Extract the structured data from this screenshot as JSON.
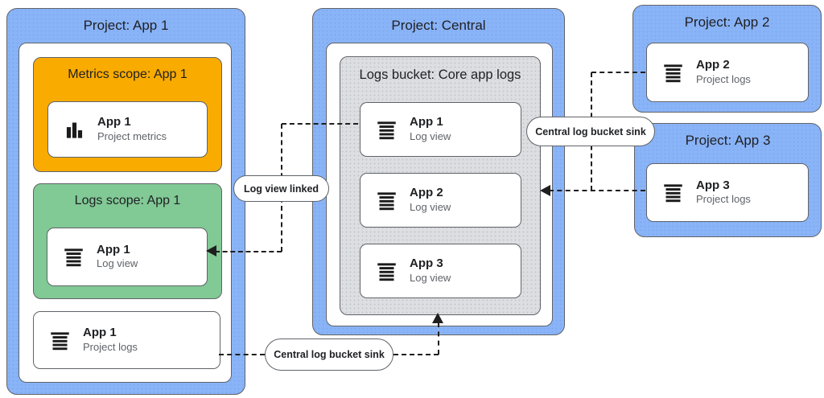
{
  "projects": {
    "app1": {
      "title": "Project: App 1",
      "metrics_scope": {
        "title": "Metrics scope: App 1",
        "card": {
          "title": "App 1",
          "subtitle": "Project metrics",
          "icon": "bar-chart-icon"
        }
      },
      "logs_scope": {
        "title": "Logs scope: App 1",
        "card": {
          "title": "App 1",
          "subtitle": "Log view",
          "icon": "logs-icon"
        }
      },
      "project_logs_card": {
        "title": "App 1",
        "subtitle": "Project logs",
        "icon": "logs-icon"
      }
    },
    "central": {
      "title": "Project: Central",
      "logs_bucket": {
        "title": "Logs bucket: Core app logs",
        "cards": [
          {
            "title": "App 1",
            "subtitle": "Log view",
            "icon": "logs-icon"
          },
          {
            "title": "App 2",
            "subtitle": "Log view",
            "icon": "logs-icon"
          },
          {
            "title": "App 3",
            "subtitle": "Log view",
            "icon": "logs-icon"
          }
        ]
      }
    },
    "app2": {
      "title": "Project: App 2",
      "card": {
        "title": "App 2",
        "subtitle": "Project logs",
        "icon": "logs-icon"
      }
    },
    "app3": {
      "title": "Project: App 3",
      "card": {
        "title": "App 3",
        "subtitle": "Project logs",
        "icon": "logs-icon"
      }
    }
  },
  "connector_labels": {
    "log_view_linked": "Log view linked",
    "sink_right": "Central log bucket sink",
    "sink_bottom": "Central log bucket sink"
  },
  "colors": {
    "project_blue": "#8ab4f8",
    "metrics_orange": "#f9ab00",
    "logs_green": "#81c995",
    "bucket_gray": "#dcdee1",
    "border_gray": "#5f6368",
    "text_dark": "#202124",
    "text_secondary": "#5f6368",
    "connector_black": "#1f1f1f"
  }
}
